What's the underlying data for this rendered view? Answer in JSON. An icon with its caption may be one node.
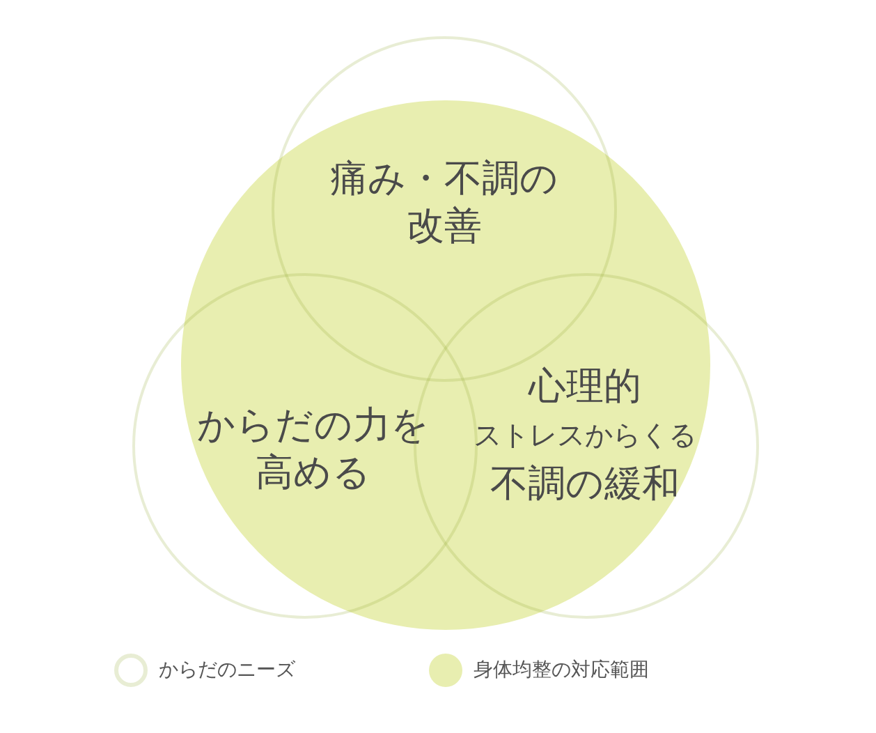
{
  "diagram": {
    "nodes": [
      {
        "text": [
          "痛み・不調の改善"
        ]
      },
      {
        "text": [
          "からだの力を高める"
        ]
      },
      {
        "text": [
          "心理的",
          "ストレスからくる",
          "不調の緩和"
        ]
      },
      {
        "text": [],
        "shape": "circle"
      }
    ],
    "legend": [
      {
        "text": "からだのニーズ"
      },
      {
        "text": "身体均整の対応範囲",
        "color": "#e8eeb0"
      }
    ]
  }
}
